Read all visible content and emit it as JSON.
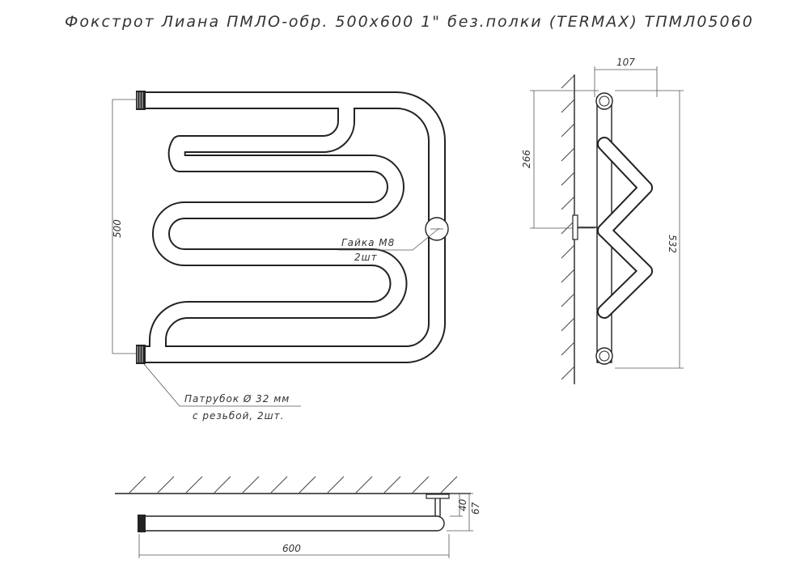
{
  "title": "Фокстрот Лиана ПМЛО-обр. 500х600 1\"   без.полки (TERMAX) ТПМЛ05060",
  "dimensions": {
    "front_height": "500",
    "side_depth": "107",
    "side_upper": "266",
    "side_height": "532",
    "top_width": "600",
    "top_offset_inner": "40",
    "top_offset_outer": "67"
  },
  "callouts": {
    "nut_line1": "Гайка М8",
    "nut_line2": "2шт",
    "pipe_line1": "Патрубок Ø 32 мм",
    "pipe_line2": "с резьбой, 2шт."
  }
}
